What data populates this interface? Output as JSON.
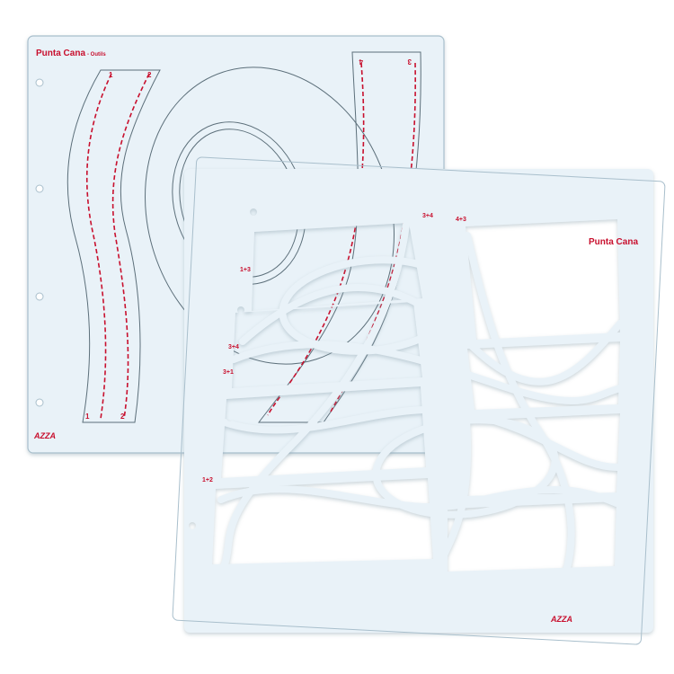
{
  "back_template": {
    "title": "Punta Cana",
    "subtitle": "- Outils",
    "labels": {
      "strip_a_top_left": "1",
      "strip_a_top_right": "2",
      "strip_a_bottom_left": "1",
      "strip_a_bottom_right": "2",
      "strip_b_top_left": "4",
      "strip_b_top_right": "3"
    },
    "logo": "AZZA"
  },
  "front_template": {
    "title": "Punta Cana",
    "labels": {
      "top_mid": "3+4",
      "top_right": "4+3",
      "left_1": "1+3",
      "left_2": "3+4",
      "left_3": "3+1",
      "left_4": "1+2"
    },
    "logo": "AZZA"
  },
  "colors": {
    "sheet": "#e9f2f8",
    "edge": "#a9bfcc",
    "dashed": "#c8102e",
    "outline": "#5c6f7a"
  }
}
